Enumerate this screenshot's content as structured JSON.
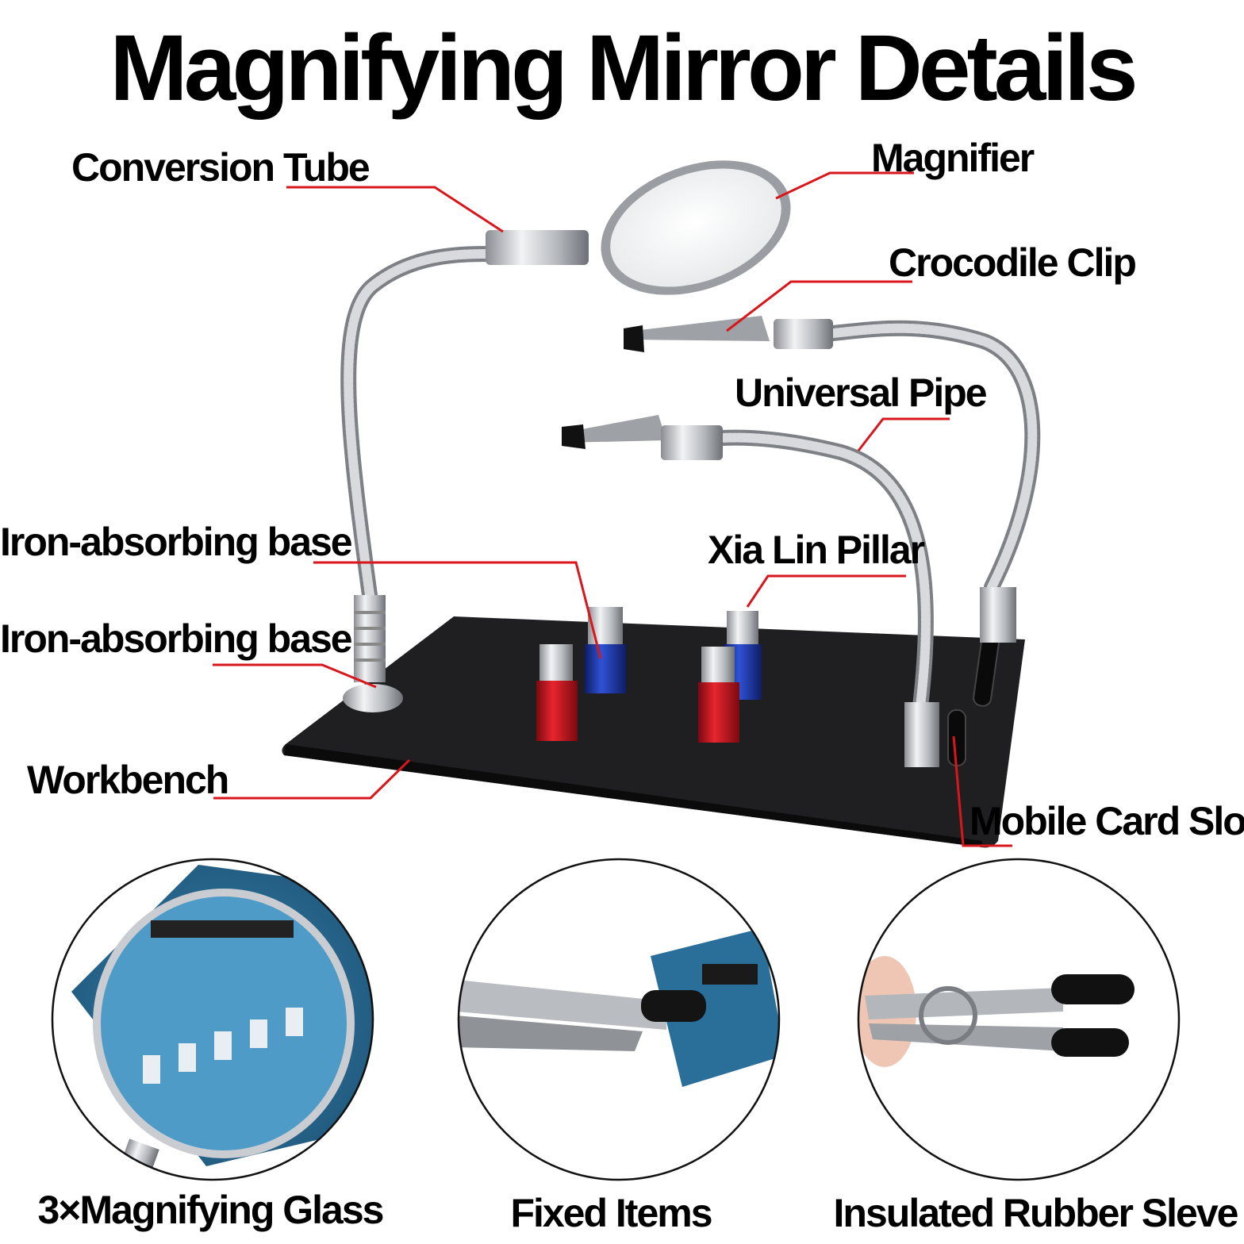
{
  "title": "Magnifying Mirror Details",
  "labels": {
    "conversion_tube": "Conversion Tube",
    "magnifier": "Magnifier",
    "crocodile_clip": "Crocodile Clip",
    "universal_pipe": "Universal Pipe",
    "iron_base_1": "Iron-absorbing base",
    "iron_base_2": "Iron-absorbing base",
    "xia_lin_pillar": "Xia Lin Pillar",
    "workbench": "Workbench",
    "mobile_card_slot": "Mobile Card Slot"
  },
  "captions": {
    "magnifying_glass": "3×Magnifying Glass",
    "fixed_items": "Fixed Items",
    "rubber_sleeve": "Insulated Rubber Sleve"
  },
  "colors": {
    "leader": "#d8161c",
    "workbench": "#1f1f21",
    "pillar_red": "#c8141e",
    "pillar_blue": "#1d39b0",
    "metal": "#c9ccd0",
    "pcb": "#2a6f9a"
  }
}
